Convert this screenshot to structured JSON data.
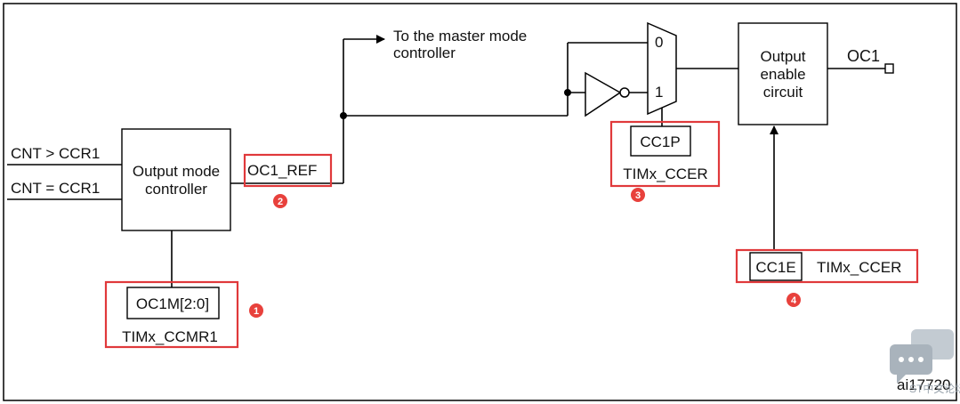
{
  "inputs": {
    "cnt_gt": "CNT > CCR1",
    "cnt_eq": "CNT = CCR1"
  },
  "output_mode_controller": {
    "line1": "Output mode",
    "line2": "controller"
  },
  "oc1m": {
    "field": "OC1M[2:0]",
    "register": "TIMx_CCMR1",
    "badge": "1"
  },
  "oc1ref": {
    "label": "OC1_REF",
    "badge": "2"
  },
  "master": {
    "line1": "To the master mode",
    "line2": "controller"
  },
  "mux": {
    "in0": "0",
    "in1": "1"
  },
  "cc1p": {
    "field": "CC1P",
    "register": "TIMx_CCER",
    "badge": "3"
  },
  "output_enable": {
    "line1": "Output",
    "line2": "enable",
    "line3": "circuit"
  },
  "output": {
    "label": "OC1"
  },
  "cc1e": {
    "field": "CC1E",
    "register": "TIMx_CCER",
    "badge": "4"
  },
  "footer": {
    "figure_id": "ai17720",
    "watermark": "ST中文论坛"
  }
}
